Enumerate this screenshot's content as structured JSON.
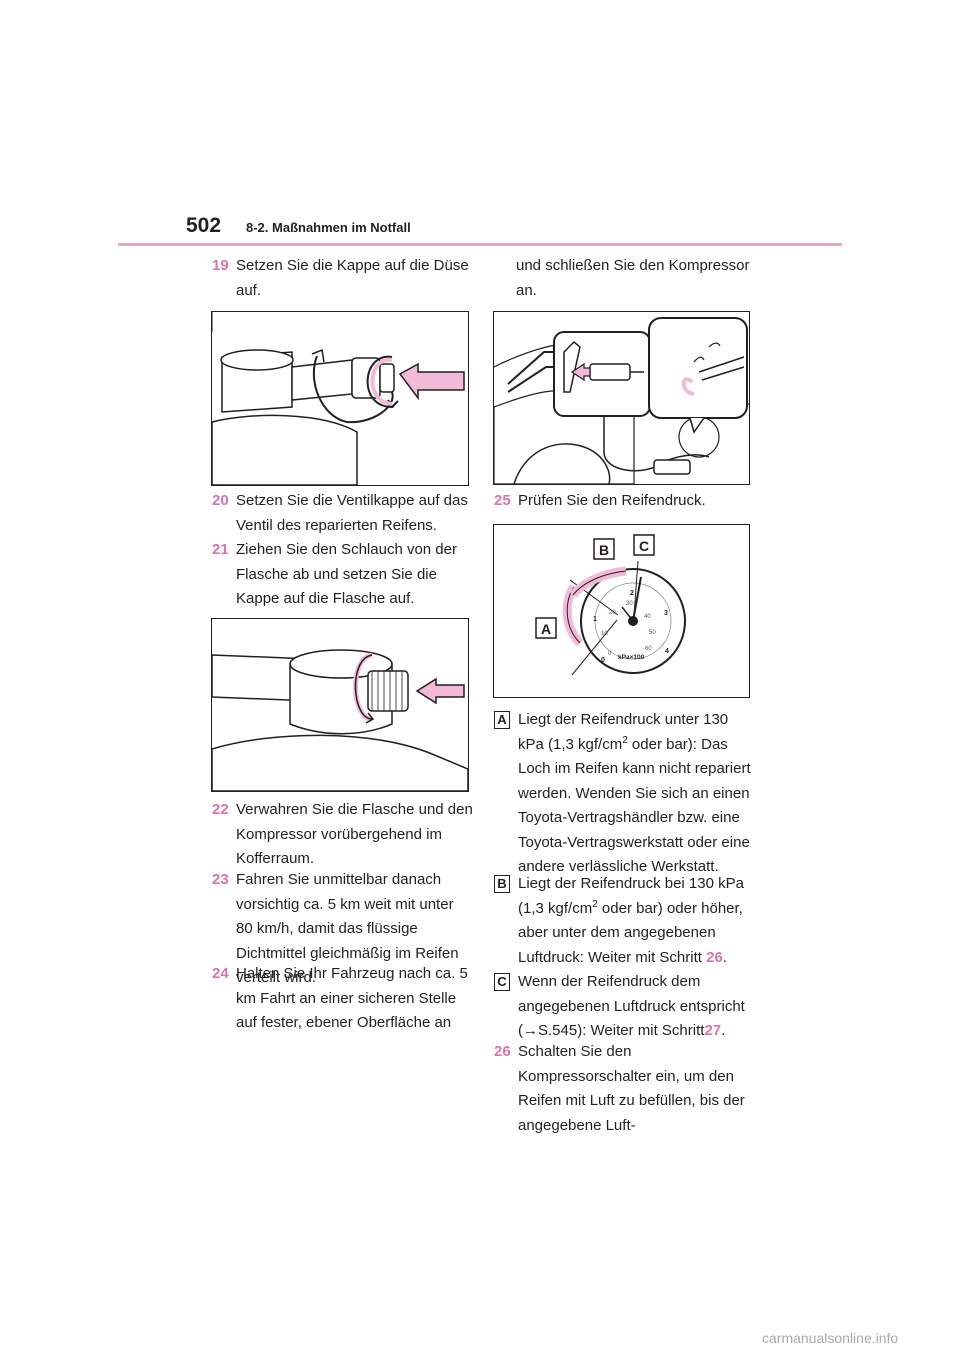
{
  "header": {
    "page_number": "502",
    "section": "8-2. Maßnahmen im Notfall",
    "accent_color": "#d873ad",
    "rule_color": "#e8a6c9"
  },
  "left_column": {
    "step19": {
      "num": "19",
      "text": "Setzen Sie die Kappe auf die Düse auf."
    },
    "step20": {
      "num": "20",
      "text": "Setzen Sie die Ventilkappe auf das Ventil des reparierten Reifens."
    },
    "step21": {
      "num": "21",
      "text": "Ziehen Sie den Schlauch von der Flasche ab und setzen Sie die Kappe auf die Flasche auf."
    },
    "step22": {
      "num": "22",
      "text": "Verwahren Sie die Flasche und den Kompressor vorübergehend im Kofferraum."
    },
    "step23": {
      "num": "23",
      "text": "Fahren Sie unmittelbar danach vorsichtig ca. 5 km weit mit unter 80 km/h, damit das flüssige Dichtmittel gleichmäßig im Reifen verteilt wird."
    },
    "step24": {
      "num": "24",
      "text": "Halten Sie Ihr Fahrzeug nach ca. 5 km Fahrt an einer sicheren Stelle auf fester, ebener Oberfläche an"
    }
  },
  "right_column": {
    "step24_continued": "und schließen Sie den Kompressor an.",
    "step25": {
      "num": "25",
      "text": "Prüfen Sie den Reifendruck."
    },
    "gauge": {
      "labels": {
        "a": "A",
        "b": "B",
        "c": "C"
      },
      "unit": "kPa×100",
      "outer_ticks": [
        "0",
        "1",
        "2",
        "3",
        "4"
      ],
      "inner_ticks": [
        "0",
        "10",
        "20",
        "30",
        "40",
        "50",
        "60"
      ]
    },
    "item_a": {
      "letter": "A",
      "text_before": "Liegt der Reifendruck unter 130 kPa (1,3 kgf/cm",
      "sup": "2",
      "text_after": " oder bar): Das Loch im Reifen kann nicht repariert werden. Wenden Sie sich an einen Toyota-Vertragshändler bzw. eine Toyota-Vertragswerkstatt oder eine andere verlässliche Werkstatt."
    },
    "item_b": {
      "letter": "B",
      "text_before": "Liegt der Reifendruck bei 130 kPa (1,3 kgf/cm",
      "sup": "2",
      "text_after": " oder bar) oder höher, aber unter dem angegebenen Luftdruck: Weiter mit Schritt ",
      "ref": "26",
      "end": "."
    },
    "item_c": {
      "letter": "C",
      "text_before": "Wenn der Reifendruck dem angegebenen Luftdruck entspricht (→S.545): Weiter mit Schritt",
      "ref": "27",
      "end": "."
    },
    "step26": {
      "num": "26",
      "text": "Schalten Sie den Kompressorschalter ein, um den Reifen mit Luft zu befüllen, bis der angegebene Luft-"
    }
  },
  "watermark": "carmanualsonline.info"
}
